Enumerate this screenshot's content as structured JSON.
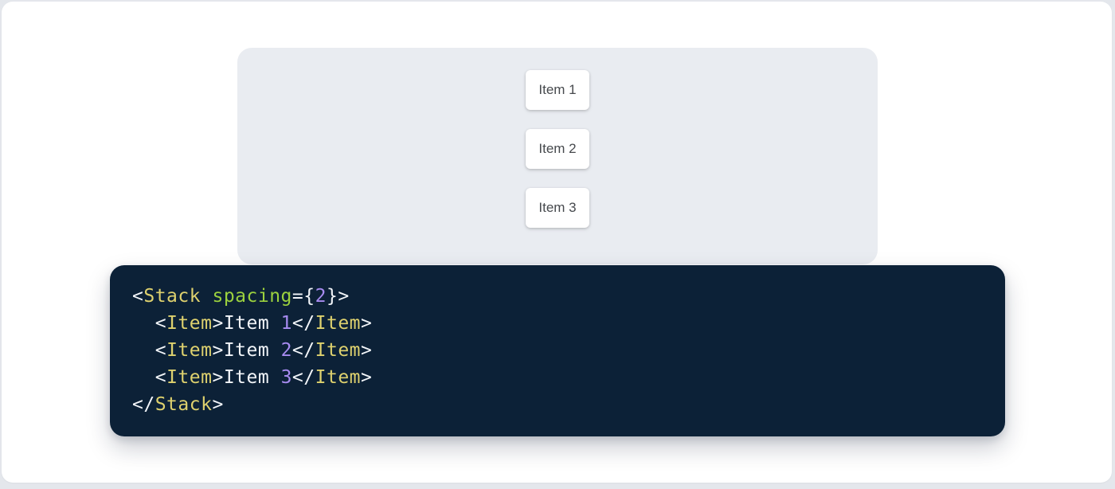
{
  "page": {
    "background": "#e4e7ec",
    "card_background": "#ffffff"
  },
  "demo": {
    "panel_background": "#e9ecf1",
    "items": [
      {
        "label": "Item 1"
      },
      {
        "label": "Item 2"
      },
      {
        "label": "Item 3"
      }
    ]
  },
  "code": {
    "background": "#0c2137",
    "colors": {
      "punctuation": "#f2f5f9",
      "tag": "#ded16e",
      "attribute": "#9bd13e",
      "number": "#a78bf0",
      "text": "#f2f5f9"
    },
    "lines": [
      {
        "tokens": [
          {
            "t": "punct",
            "v": "<"
          },
          {
            "t": "tag",
            "v": "Stack"
          },
          {
            "t": "text",
            "v": " "
          },
          {
            "t": "attr",
            "v": "spacing"
          },
          {
            "t": "punct",
            "v": "={"
          },
          {
            "t": "number",
            "v": "2"
          },
          {
            "t": "punct",
            "v": "}>"
          }
        ]
      },
      {
        "tokens": [
          {
            "t": "text",
            "v": "  "
          },
          {
            "t": "punct",
            "v": "<"
          },
          {
            "t": "tag",
            "v": "Item"
          },
          {
            "t": "punct",
            "v": ">"
          },
          {
            "t": "text",
            "v": "Item "
          },
          {
            "t": "number",
            "v": "1"
          },
          {
            "t": "punct",
            "v": "</"
          },
          {
            "t": "tag",
            "v": "Item"
          },
          {
            "t": "punct",
            "v": ">"
          }
        ]
      },
      {
        "tokens": [
          {
            "t": "text",
            "v": "  "
          },
          {
            "t": "punct",
            "v": "<"
          },
          {
            "t": "tag",
            "v": "Item"
          },
          {
            "t": "punct",
            "v": ">"
          },
          {
            "t": "text",
            "v": "Item "
          },
          {
            "t": "number",
            "v": "2"
          },
          {
            "t": "punct",
            "v": "</"
          },
          {
            "t": "tag",
            "v": "Item"
          },
          {
            "t": "punct",
            "v": ">"
          }
        ]
      },
      {
        "tokens": [
          {
            "t": "text",
            "v": "  "
          },
          {
            "t": "punct",
            "v": "<"
          },
          {
            "t": "tag",
            "v": "Item"
          },
          {
            "t": "punct",
            "v": ">"
          },
          {
            "t": "text",
            "v": "Item "
          },
          {
            "t": "number",
            "v": "3"
          },
          {
            "t": "punct",
            "v": "</"
          },
          {
            "t": "tag",
            "v": "Item"
          },
          {
            "t": "punct",
            "v": ">"
          }
        ]
      },
      {
        "tokens": [
          {
            "t": "punct",
            "v": "</"
          },
          {
            "t": "tag",
            "v": "Stack"
          },
          {
            "t": "punct",
            "v": ">"
          }
        ]
      }
    ]
  }
}
